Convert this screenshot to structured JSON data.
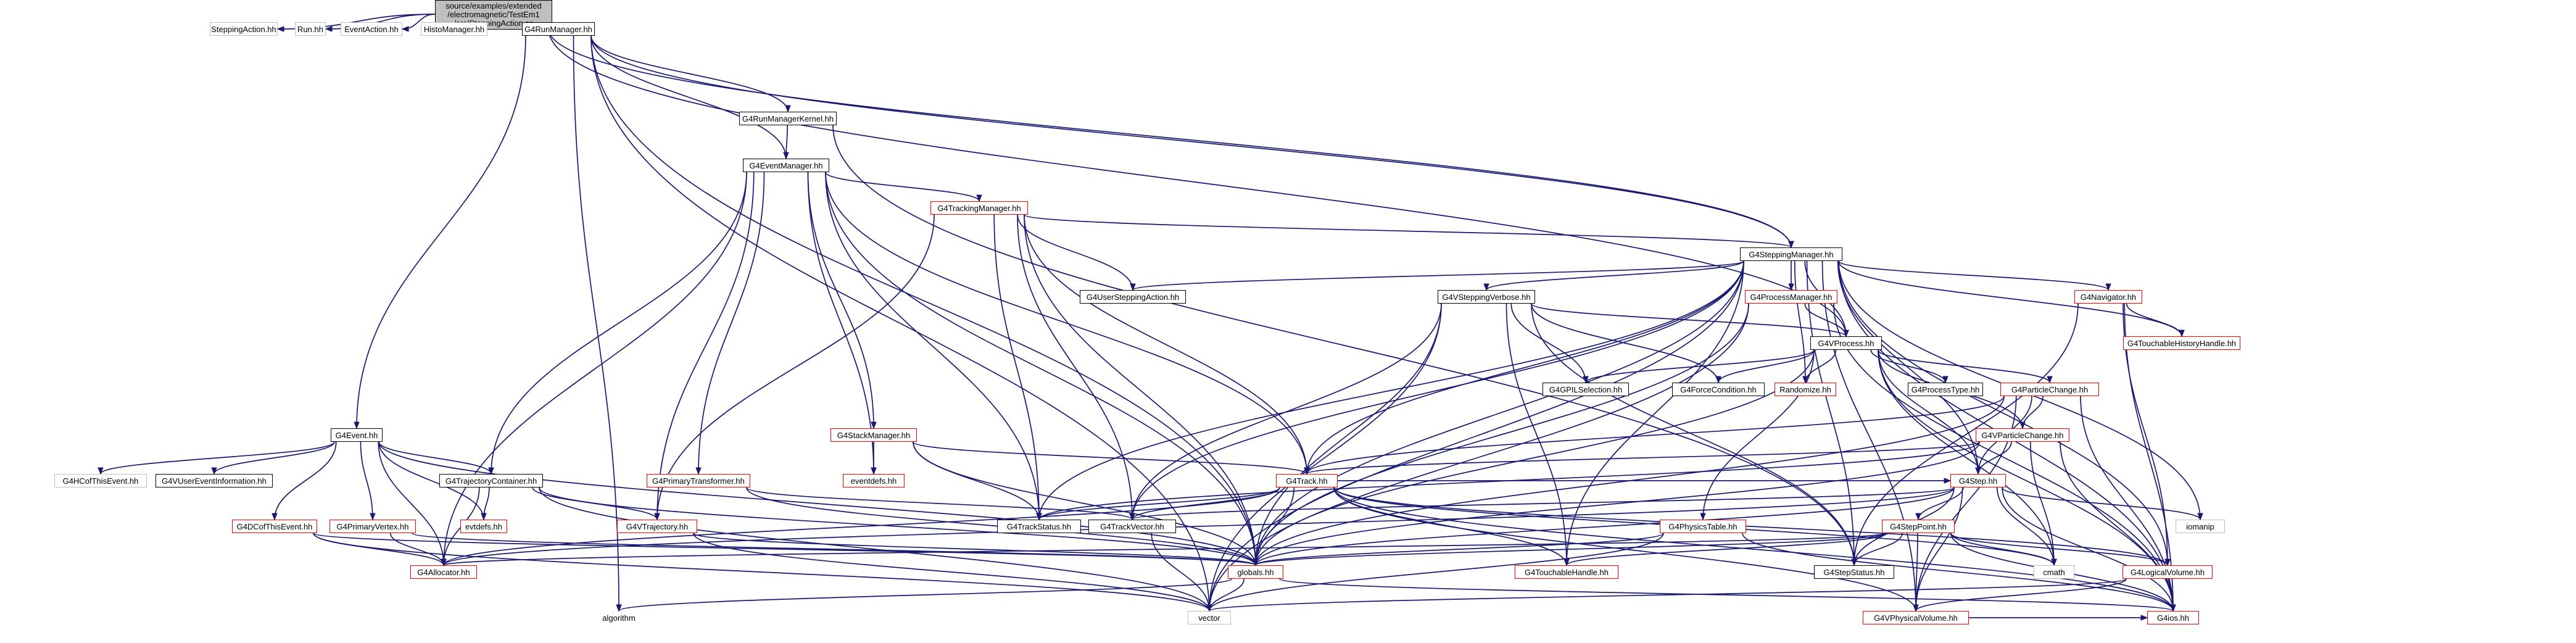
{
  "root": {
    "lines": [
      "source/examples/extended",
      "/electromagnetic/TestEm1",
      "/src/SteppingAction.cc"
    ]
  },
  "nodes": [
    {
      "id": "SteppingAction",
      "label": "SteppingAction.hh",
      "style": "plain"
    },
    {
      "id": "Run",
      "label": "Run.hh",
      "style": "plain"
    },
    {
      "id": "EventAction",
      "label": "EventAction.hh",
      "style": "plain"
    },
    {
      "id": "HistoManager",
      "label": "HistoManager.hh",
      "style": "plain"
    },
    {
      "id": "G4RunManager",
      "label": "G4RunManager.hh",
      "style": "black"
    },
    {
      "id": "G4RunManagerKernel",
      "label": "G4RunManagerKernel.hh",
      "style": "black"
    },
    {
      "id": "G4EventManager",
      "label": "G4EventManager.hh",
      "style": "black"
    },
    {
      "id": "G4TrackingManager",
      "label": "G4TrackingManager.hh",
      "style": "red"
    },
    {
      "id": "G4SteppingManager",
      "label": "G4SteppingManager.hh",
      "style": "black"
    },
    {
      "id": "G4UserSteppingAction",
      "label": "G4UserSteppingAction.hh",
      "style": "black"
    },
    {
      "id": "G4VSteppingVerbose",
      "label": "G4VSteppingVerbose.hh",
      "style": "black"
    },
    {
      "id": "G4ProcessManager",
      "label": "G4ProcessManager.hh",
      "style": "red"
    },
    {
      "id": "G4Navigator",
      "label": "G4Navigator.hh",
      "style": "red"
    },
    {
      "id": "G4TouchableHistoryHandle",
      "label": "G4TouchableHistoryHandle.hh",
      "style": "red"
    },
    {
      "id": "G4VProcess",
      "label": "G4VProcess.hh",
      "style": "black"
    },
    {
      "id": "G4GPILSelection",
      "label": "G4GPILSelection.hh",
      "style": "black"
    },
    {
      "id": "G4ForceCondition",
      "label": "G4ForceCondition.hh",
      "style": "black"
    },
    {
      "id": "Randomize",
      "label": "Randomize.hh",
      "style": "red"
    },
    {
      "id": "G4ProcessType",
      "label": "G4ProcessType.hh",
      "style": "black"
    },
    {
      "id": "G4ParticleChange",
      "label": "G4ParticleChange.hh",
      "style": "red"
    },
    {
      "id": "G4VParticleChange",
      "label": "G4VParticleChange.hh",
      "style": "red"
    },
    {
      "id": "G4Event",
      "label": "G4Event.hh",
      "style": "black"
    },
    {
      "id": "G4HCofThisEvent",
      "label": "G4HCofThisEvent.hh",
      "style": "plain"
    },
    {
      "id": "G4VUserEventInformation",
      "label": "G4VUserEventInformation.hh",
      "style": "black"
    },
    {
      "id": "G4TrajectoryContainer",
      "label": "G4TrajectoryContainer.hh",
      "style": "black"
    },
    {
      "id": "G4DCofThisEvent",
      "label": "G4DCofThisEvent.hh",
      "style": "red"
    },
    {
      "id": "G4PrimaryVertex",
      "label": "G4PrimaryVertex.hh",
      "style": "red"
    },
    {
      "id": "evtdefs",
      "label": "evtdefs.hh",
      "style": "red"
    },
    {
      "id": "G4VTrajectory",
      "label": "G4VTrajectory.hh",
      "style": "red"
    },
    {
      "id": "G4Allocator",
      "label": "G4Allocator.hh",
      "style": "red"
    },
    {
      "id": "G4PrimaryTransformer",
      "label": "G4PrimaryTransformer.hh",
      "style": "red"
    },
    {
      "id": "G4StackManager",
      "label": "G4StackManager.hh",
      "style": "red"
    },
    {
      "id": "eventdefs",
      "label": "eventdefs.hh",
      "style": "red"
    },
    {
      "id": "G4Track",
      "label": "G4Track.hh",
      "style": "red"
    },
    {
      "id": "G4TrackStatus",
      "label": "G4TrackStatus.hh",
      "style": "black"
    },
    {
      "id": "G4TrackVector",
      "label": "G4TrackVector.hh",
      "style": "black"
    },
    {
      "id": "G4Step",
      "label": "G4Step.hh",
      "style": "red"
    },
    {
      "id": "iomanip",
      "label": "iomanip",
      "style": "plain"
    },
    {
      "id": "G4StepPoint",
      "label": "G4StepPoint.hh",
      "style": "red"
    },
    {
      "id": "G4PhysicsTable",
      "label": "G4PhysicsTable.hh",
      "style": "red"
    },
    {
      "id": "globals",
      "label": "globals.hh",
      "style": "red"
    },
    {
      "id": "G4TouchableHandle",
      "label": "G4TouchableHandle.hh",
      "style": "red"
    },
    {
      "id": "G4StepStatus",
      "label": "G4StepStatus.hh",
      "style": "black"
    },
    {
      "id": "cmath",
      "label": "cmath",
      "style": "plain"
    },
    {
      "id": "G4LogicalVolume",
      "label": "G4LogicalVolume.hh",
      "style": "red"
    },
    {
      "id": "algorithm",
      "label": "algorithm",
      "style": "bare"
    },
    {
      "id": "vector",
      "label": "vector",
      "style": "plain"
    },
    {
      "id": "G4VPhysicalVolume",
      "label": "G4VPhysicalVolume.hh",
      "style": "red"
    },
    {
      "id": "G4ios",
      "label": "G4ios.hh",
      "style": "red"
    }
  ],
  "edges": [
    [
      "root",
      "SteppingAction"
    ],
    [
      "root",
      "Run"
    ],
    [
      "root",
      "EventAction"
    ],
    [
      "root",
      "HistoManager"
    ],
    [
      "root",
      "G4RunManager"
    ],
    [
      "root",
      "G4SteppingManager"
    ],
    [
      "root",
      "G4VProcess"
    ],
    [
      "G4RunManager",
      "G4RunManagerKernel"
    ],
    [
      "G4RunManager",
      "G4EventManager"
    ],
    [
      "G4RunManager",
      "G4Event"
    ],
    [
      "G4RunManager",
      "globals"
    ],
    [
      "G4RunManager",
      "vector"
    ],
    [
      "G4RunManager",
      "algorithm"
    ],
    [
      "G4RunManager",
      "G4SteppingManager"
    ],
    [
      "G4RunManagerKernel",
      "G4EventManager"
    ],
    [
      "G4RunManagerKernel",
      "G4StepStatus"
    ],
    [
      "G4EventManager",
      "G4TrackingManager"
    ],
    [
      "G4EventManager",
      "G4StackManager"
    ],
    [
      "G4EventManager",
      "G4TrajectoryContainer"
    ],
    [
      "G4EventManager",
      "G4PrimaryTransformer"
    ],
    [
      "G4EventManager",
      "eventdefs"
    ],
    [
      "G4EventManager",
      "G4VTrajectory"
    ],
    [
      "G4EventManager",
      "G4Track"
    ],
    [
      "G4EventManager",
      "G4TrackStatus"
    ],
    [
      "G4EventManager",
      "globals"
    ],
    [
      "G4EventManager",
      "G4Allocator"
    ],
    [
      "G4TrackingManager",
      "G4SteppingManager"
    ],
    [
      "G4TrackingManager",
      "G4UserSteppingAction"
    ],
    [
      "G4TrackingManager",
      "G4Track"
    ],
    [
      "G4TrackingManager",
      "G4TrackStatus"
    ],
    [
      "G4TrackingManager",
      "G4TrackVector"
    ],
    [
      "G4TrackingManager",
      "G4VTrajectory"
    ],
    [
      "G4TrackingManager",
      "globals"
    ],
    [
      "G4SteppingManager",
      "G4UserSteppingAction"
    ],
    [
      "G4SteppingManager",
      "G4VSteppingVerbose"
    ],
    [
      "G4SteppingManager",
      "G4ProcessManager"
    ],
    [
      "G4SteppingManager",
      "G4Navigator"
    ],
    [
      "G4SteppingManager",
      "G4TouchableHistoryHandle"
    ],
    [
      "G4SteppingManager",
      "G4VProcess"
    ],
    [
      "G4SteppingManager",
      "Randomize"
    ],
    [
      "G4SteppingManager",
      "G4Track"
    ],
    [
      "G4SteppingManager",
      "G4TrackStatus"
    ],
    [
      "G4SteppingManager",
      "G4TrackVector"
    ],
    [
      "G4SteppingManager",
      "G4Step"
    ],
    [
      "G4SteppingManager",
      "iomanip"
    ],
    [
      "G4SteppingManager",
      "G4StepStatus"
    ],
    [
      "G4SteppingManager",
      "G4LogicalVolume"
    ],
    [
      "G4SteppingManager",
      "G4TouchableHandle"
    ],
    [
      "G4SteppingManager",
      "globals"
    ],
    [
      "G4SteppingManager",
      "vector"
    ],
    [
      "G4SteppingManager",
      "G4VPhysicalVolume"
    ],
    [
      "G4SteppingManager",
      "G4ios"
    ],
    [
      "G4VSteppingVerbose",
      "G4VProcess"
    ],
    [
      "G4VSteppingVerbose",
      "G4GPILSelection"
    ],
    [
      "G4VSteppingVerbose",
      "G4ForceCondition"
    ],
    [
      "G4VSteppingVerbose",
      "G4TrackVector"
    ],
    [
      "G4VSteppingVerbose",
      "G4StepStatus"
    ],
    [
      "G4VSteppingVerbose",
      "G4TouchableHandle"
    ],
    [
      "G4VSteppingVerbose",
      "globals"
    ],
    [
      "G4VSteppingVerbose",
      "vector"
    ],
    [
      "G4ProcessManager",
      "G4VProcess"
    ],
    [
      "G4ProcessManager",
      "globals"
    ],
    [
      "G4ProcessManager",
      "vector"
    ],
    [
      "G4ProcessManager",
      "G4ios"
    ],
    [
      "G4Navigator",
      "G4TouchableHistoryHandle"
    ],
    [
      "G4Navigator",
      "G4LogicalVolume"
    ],
    [
      "G4Navigator",
      "G4ios"
    ],
    [
      "G4Navigator",
      "G4StepStatus"
    ],
    [
      "G4VProcess",
      "G4GPILSelection"
    ],
    [
      "G4VProcess",
      "G4ForceCondition"
    ],
    [
      "G4VProcess",
      "Randomize"
    ],
    [
      "G4VProcess",
      "G4ProcessType"
    ],
    [
      "G4VProcess",
      "G4ParticleChange"
    ],
    [
      "G4VProcess",
      "G4VParticleChange"
    ],
    [
      "G4VProcess",
      "G4PhysicsTable"
    ],
    [
      "G4VProcess",
      "G4Step"
    ],
    [
      "G4VProcess",
      "globals"
    ],
    [
      "G4VProcess",
      "cmath"
    ],
    [
      "G4VProcess",
      "G4ios"
    ],
    [
      "G4ParticleChange",
      "G4VParticleChange"
    ],
    [
      "G4ParticleChange",
      "G4Step"
    ],
    [
      "G4ParticleChange",
      "G4Track"
    ],
    [
      "G4ParticleChange",
      "globals"
    ],
    [
      "G4ParticleChange",
      "G4ios"
    ],
    [
      "G4ParticleChange",
      "G4VPhysicalVolume"
    ],
    [
      "G4VParticleChange",
      "G4Track"
    ],
    [
      "G4VParticleChange",
      "G4Step"
    ],
    [
      "G4VParticleChange",
      "G4TrackStatus"
    ],
    [
      "G4VParticleChange",
      "globals"
    ],
    [
      "G4VParticleChange",
      "G4ios"
    ],
    [
      "G4VParticleChange",
      "cmath"
    ],
    [
      "G4Event",
      "G4HCofThisEvent"
    ],
    [
      "G4Event",
      "G4VUserEventInformation"
    ],
    [
      "G4Event",
      "G4TrajectoryContainer"
    ],
    [
      "G4Event",
      "G4DCofThisEvent"
    ],
    [
      "G4Event",
      "G4PrimaryVertex"
    ],
    [
      "G4Event",
      "evtdefs"
    ],
    [
      "G4Event",
      "G4Allocator"
    ],
    [
      "G4Event",
      "globals"
    ],
    [
      "G4TrajectoryContainer",
      "G4VTrajectory"
    ],
    [
      "G4TrajectoryContainer",
      "evtdefs"
    ],
    [
      "G4TrajectoryContainer",
      "G4Allocator"
    ],
    [
      "G4TrajectoryContainer",
      "globals"
    ],
    [
      "G4TrajectoryContainer",
      "vector"
    ],
    [
      "G4DCofThisEvent",
      "G4Allocator"
    ],
    [
      "G4DCofThisEvent",
      "globals"
    ],
    [
      "G4DCofThisEvent",
      "vector"
    ],
    [
      "G4PrimaryVertex",
      "G4Allocator"
    ],
    [
      "G4PrimaryVertex",
      "globals"
    ],
    [
      "G4VTrajectory",
      "globals"
    ],
    [
      "G4VTrajectory",
      "vector"
    ],
    [
      "G4PrimaryTransformer",
      "G4TrackVector"
    ],
    [
      "G4PrimaryTransformer",
      "globals"
    ],
    [
      "G4StackManager",
      "G4Track"
    ],
    [
      "G4StackManager",
      "G4TrackStatus"
    ],
    [
      "G4StackManager",
      "eventdefs"
    ],
    [
      "G4StackManager",
      "globals"
    ],
    [
      "G4Track",
      "G4TrackStatus"
    ],
    [
      "G4Track",
      "G4TrackVector"
    ],
    [
      "G4Track",
      "G4Step"
    ],
    [
      "G4Track",
      "G4Allocator"
    ],
    [
      "G4Track",
      "globals"
    ],
    [
      "G4Track",
      "G4TouchableHandle"
    ],
    [
      "G4Track",
      "G4VPhysicalVolume"
    ],
    [
      "G4Track",
      "G4LogicalVolume"
    ],
    [
      "G4Track",
      "cmath"
    ],
    [
      "G4Track",
      "G4ios"
    ],
    [
      "G4TrackVector",
      "vector"
    ],
    [
      "G4Step",
      "G4StepPoint"
    ],
    [
      "G4Step",
      "G4TrackVector"
    ],
    [
      "G4Step",
      "G4StepStatus"
    ],
    [
      "G4Step",
      "G4Allocator"
    ],
    [
      "G4Step",
      "globals"
    ],
    [
      "G4Step",
      "iomanip"
    ],
    [
      "G4Step",
      "cmath"
    ],
    [
      "G4Step",
      "G4ios"
    ],
    [
      "G4Step",
      "G4VPhysicalVolume"
    ],
    [
      "G4StepPoint",
      "G4StepStatus"
    ],
    [
      "G4StepPoint",
      "G4Allocator"
    ],
    [
      "G4StepPoint",
      "globals"
    ],
    [
      "G4StepPoint",
      "G4TouchableHandle"
    ],
    [
      "G4StepPoint",
      "G4LogicalVolume"
    ],
    [
      "G4StepPoint",
      "G4VPhysicalVolume"
    ],
    [
      "G4StepPoint",
      "cmath"
    ],
    [
      "G4StepPoint",
      "G4ios"
    ],
    [
      "G4PhysicsTable",
      "globals"
    ],
    [
      "G4PhysicsTable",
      "vector"
    ],
    [
      "G4PhysicsTable",
      "G4ios"
    ],
    [
      "globals",
      "G4ios"
    ],
    [
      "globals",
      "vector"
    ],
    [
      "globals",
      "algorithm"
    ],
    [
      "G4LogicalVolume",
      "G4VPhysicalVolume"
    ],
    [
      "G4LogicalVolume",
      "vector"
    ],
    [
      "G4VPhysicalVolume",
      "G4ios"
    ]
  ]
}
